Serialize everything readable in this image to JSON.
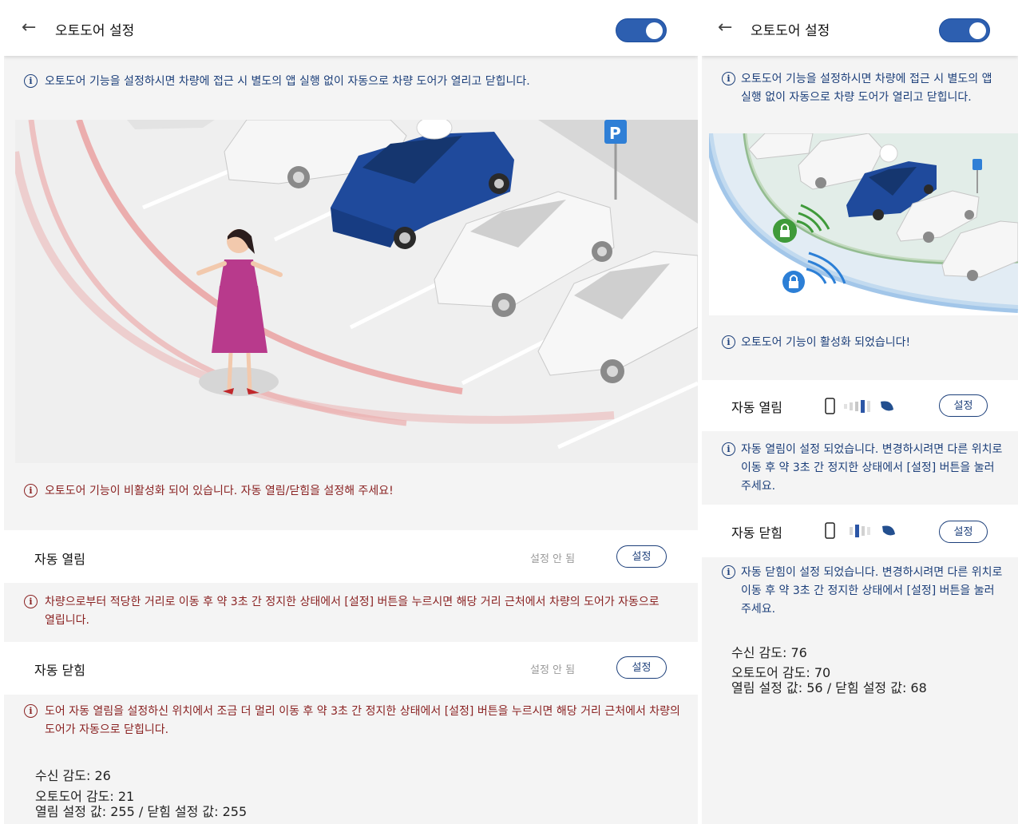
{
  "left": {
    "appbar": {
      "title": "오토도어 설정",
      "toggle_on": true
    },
    "intro": "오토도어 기능을 설정하시면 차량에 접근 시 별도의 앱 실행 없이 자동으로 차량 도어가 열리고 닫힙니다.",
    "status": "오토도어 기능이 비활성화 되어 있습니다. 자동 열림/닫힘을 설정해 주세요!",
    "auto_open": {
      "label": "자동 열림",
      "state": "설정 안 됨",
      "button": "설정"
    },
    "auto_open_info": "차량으로부터 적당한 거리로 이동 후 약 3초 간 정지한 상태에서 [설정] 버튼을 누르시면 해당 거리 근처에서 차량의 도어가 자동으로 열립니다.",
    "auto_close": {
      "label": "자동 닫힘",
      "state": "설정 안 됨",
      "button": "설정"
    },
    "auto_close_info": "도어 자동 열림을 설정하신 위치에서 조금 더 멀리 이동 후 약 3초 간 정지한 상태에서 [설정] 버튼을 누르시면 해당 거리 근처에서 차량의 도어가 자동으로 닫힙니다.",
    "stats": {
      "rx": "수신 감도: 26",
      "autodoor": "오토도어 감도: 21",
      "values": "열림 설정 값: 255 / 닫힘 설정 값: 255"
    }
  },
  "right": {
    "appbar": {
      "title": "오토도어 설정",
      "toggle_on": true
    },
    "intro": "오토도어 기능을 설정하시면 차량에 접근 시 별도의 앱 실행 없이 자동으로 차량 도어가 열리고 닫힙니다.",
    "status": "오토도어 기능이 활성화 되었습니다!",
    "auto_open": {
      "label": "자동 열림",
      "button": "설정",
      "signal_level": 3
    },
    "auto_open_info": "자동 열림이 설정 되었습니다. 변경하시려면 다른 위치로 이동 후 약 3초 간 정지한 상태에서 [설정] 버튼을 눌러 주세요.",
    "auto_close": {
      "label": "자동 닫힘",
      "button": "설정",
      "signal_level": 2
    },
    "auto_close_info": "자동 닫힘이 설정 되었습니다. 변경하시려면 다른 위치로 이동 후 약 3초 간 정지한 상태에서 [설정] 버튼을 눌러 주세요.",
    "stats": {
      "rx": "수신 감도: 76",
      "autodoor": "오토도어 감도: 70",
      "values": "열림 설정 값: 56 / 닫힘 설정 값: 68"
    }
  },
  "icons": {
    "back": "back-arrow-icon",
    "info": "info-icon",
    "phone": "phone-icon",
    "car_key": "car-key-icon",
    "lock": "lock-icon",
    "parking": "parking-sign-icon"
  },
  "colors": {
    "accent": "#2d5fb0",
    "info_blue": "#1c3f7a",
    "warning_red": "#8a2222",
    "car_blue": "#1f4a9c",
    "dress": "#b83a8c"
  }
}
